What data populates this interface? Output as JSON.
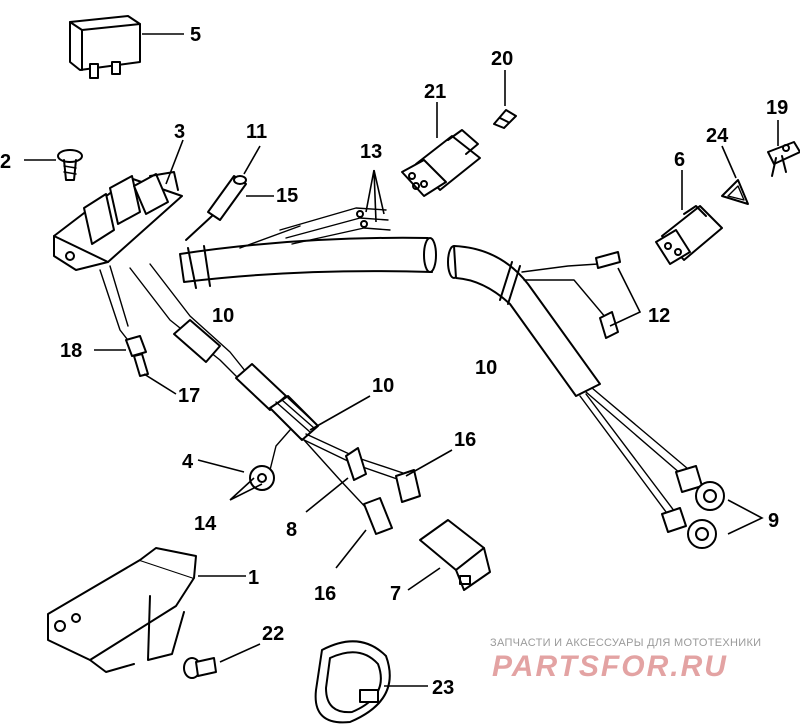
{
  "callouts": [
    {
      "id": "5",
      "text": "5"
    },
    {
      "id": "20",
      "text": "20"
    },
    {
      "id": "21",
      "text": "21"
    },
    {
      "id": "19",
      "text": "19"
    },
    {
      "id": "3",
      "text": "3"
    },
    {
      "id": "11",
      "text": "11"
    },
    {
      "id": "2",
      "text": "2"
    },
    {
      "id": "13",
      "text": "13"
    },
    {
      "id": "24",
      "text": "24"
    },
    {
      "id": "6",
      "text": "6"
    },
    {
      "id": "15",
      "text": "15"
    },
    {
      "id": "10a",
      "text": "10"
    },
    {
      "id": "12",
      "text": "12"
    },
    {
      "id": "18",
      "text": "18"
    },
    {
      "id": "10b",
      "text": "10"
    },
    {
      "id": "17",
      "text": "17"
    },
    {
      "id": "10c",
      "text": "10"
    },
    {
      "id": "16a",
      "text": "16"
    },
    {
      "id": "4",
      "text": "4"
    },
    {
      "id": "9",
      "text": "9"
    },
    {
      "id": "14",
      "text": "14"
    },
    {
      "id": "8",
      "text": "8"
    },
    {
      "id": "1",
      "text": "1"
    },
    {
      "id": "16b",
      "text": "16"
    },
    {
      "id": "7",
      "text": "7"
    },
    {
      "id": "22",
      "text": "22"
    },
    {
      "id": "23",
      "text": "23"
    }
  ],
  "watermark": {
    "caption": "ЗАПЧАСТИ И АКСЕССУАРЫ ДЛЯ МОТОТЕХНИКИ",
    "logo": "PARTSFOR.RU"
  }
}
